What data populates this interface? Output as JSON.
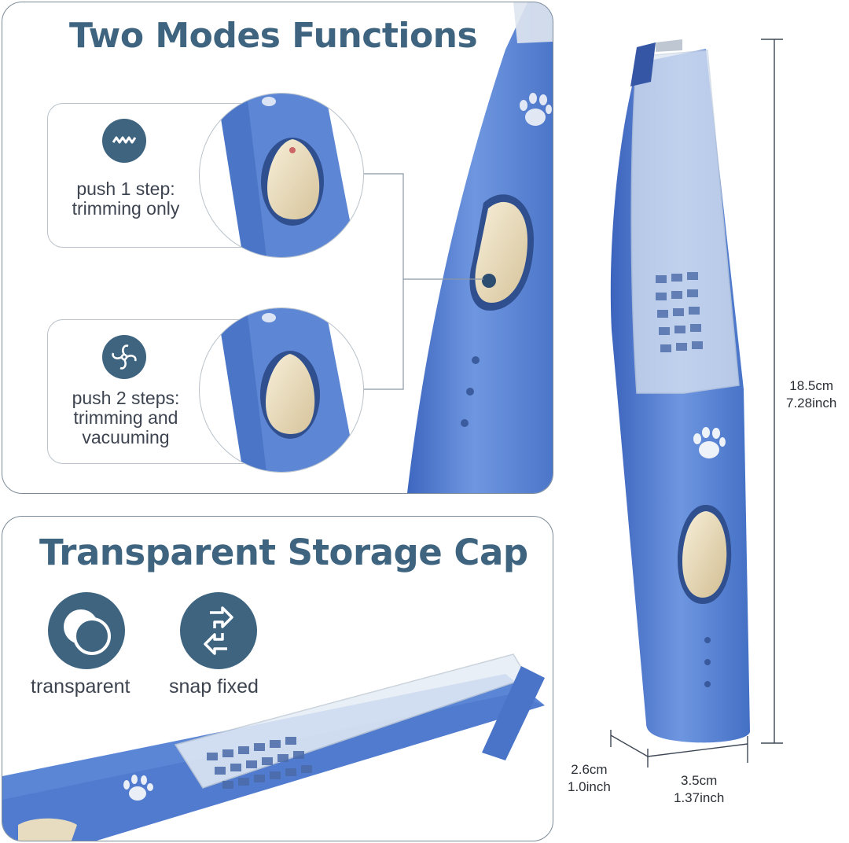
{
  "modes_panel": {
    "title": "Two Modes Functions",
    "mode1": {
      "line1": "push 1 step:",
      "line2": "trimming only",
      "icon": "wave-icon"
    },
    "mode2": {
      "line1": "push 2 steps:",
      "line2": "trimming and",
      "line3": "vacuuming",
      "icon": "fan-icon"
    }
  },
  "cap_panel": {
    "title": "Transparent Storage Cap",
    "features": [
      {
        "label": "transparent",
        "icon": "transparent-circles-icon"
      },
      {
        "label": "snap fixed",
        "icon": "snap-arrows-icon"
      }
    ]
  },
  "dimensions": {
    "height_cm": "18.5cm",
    "height_in": "7.28inch",
    "depth_cm": "2.6cm",
    "depth_in": "1.0inch",
    "width_cm": "3.5cm",
    "width_in": "1.37inch"
  },
  "colors": {
    "accent": "#3e6480",
    "product_blue": "#5b86d6",
    "button_cream": "#e8dcc0"
  }
}
